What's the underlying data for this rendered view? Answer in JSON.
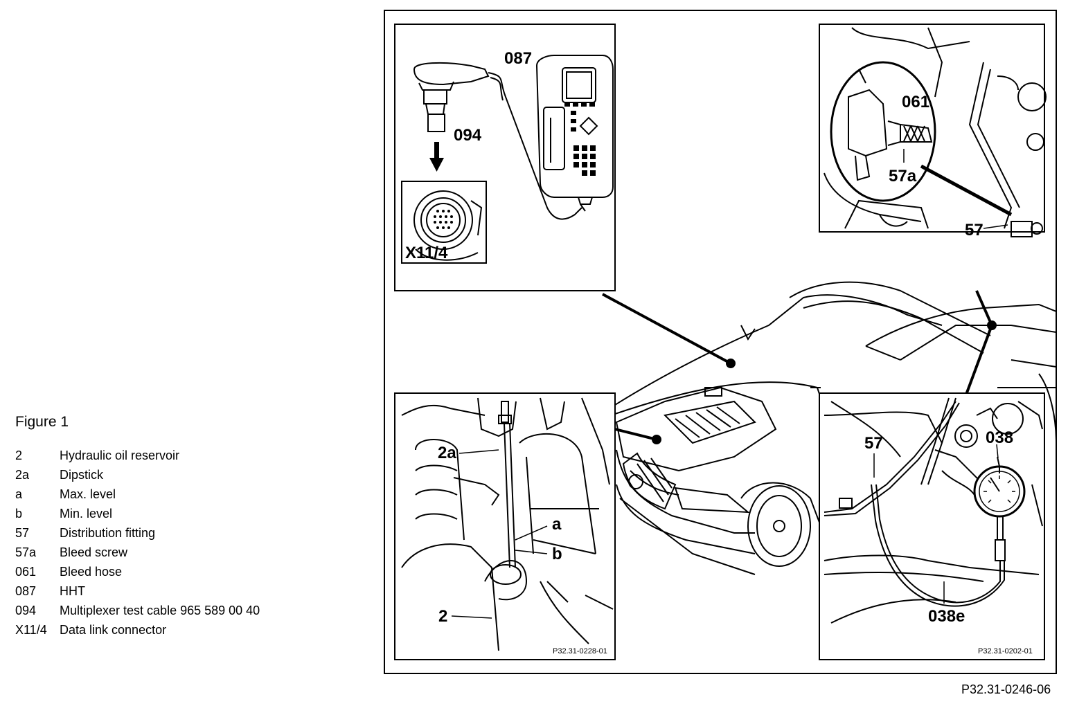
{
  "legend": {
    "title": "Figure 1",
    "items": [
      {
        "code": "2",
        "desc": "Hydraulic oil reservoir"
      },
      {
        "code": "2a",
        "desc": "Dipstick"
      },
      {
        "code": "a",
        "desc": "Max. level"
      },
      {
        "code": "b",
        "desc": "Min. level"
      },
      {
        "code": "57",
        "desc": "Distribution fitting"
      },
      {
        "code": "57a",
        "desc": "Bleed screw"
      },
      {
        "code": "061",
        "desc": "Bleed hose"
      },
      {
        "code": "087",
        "desc": "HHT"
      },
      {
        "code": "094",
        "desc": "Multiplexer test cable 965 589 00 40"
      },
      {
        "code": "X11/4",
        "desc": "Data link connector"
      }
    ]
  },
  "callouts": {
    "c087": "087",
    "c094": "094",
    "cx114": "X11/4",
    "c061": "061",
    "c57a": "57a",
    "c57_top": "57",
    "c2a": "2a",
    "ca": "a",
    "cb": "b",
    "c2": "2",
    "c57_bottom": "57",
    "c038": "038",
    "c038e": "038e"
  },
  "refs": {
    "bottom_left": "P32.31-0228-01",
    "bottom_right": "P32.31-0202-01",
    "figure": "P32.31-0246-06"
  }
}
